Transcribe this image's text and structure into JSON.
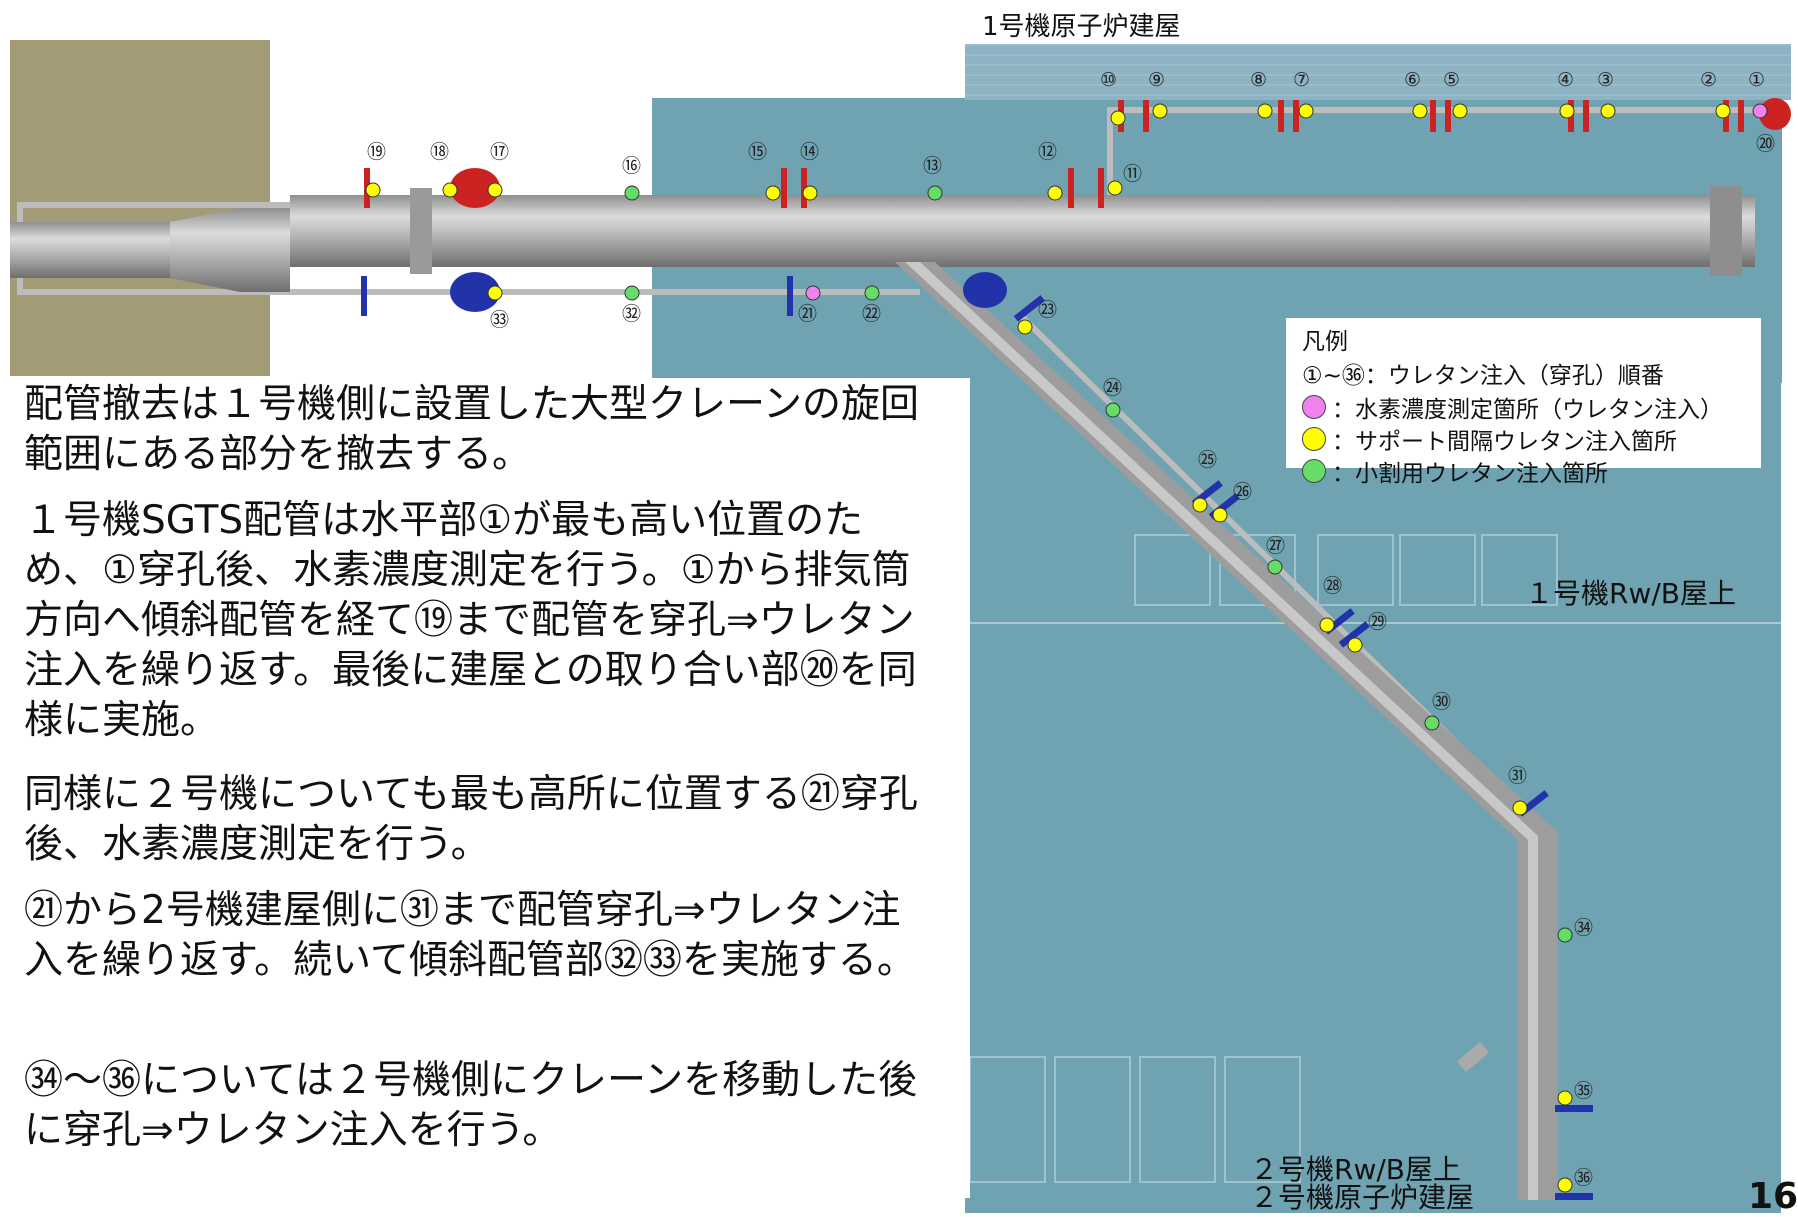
{
  "labels": {
    "unit1_reactor_building": "1号機原子炉建屋",
    "unit1_rwb_roof": "１号機Rw/B屋上",
    "unit2_rwb_roof": "２号機Rw/B屋上",
    "unit2_reactor_building": "２号機原子炉建屋",
    "page_number": "16"
  },
  "legend": {
    "title": "凡例",
    "order_line": "①~㊱：ウレタン注入（穿孔）順番",
    "items": [
      {
        "label": "：水素濃度測定箇所（ウレタン注入）",
        "color": "#ee82ee"
      },
      {
        "label": "：サポート間隔ウレタン注入箇所",
        "color": "#ffff00"
      },
      {
        "label": "：小割用ウレタン注入箇所",
        "color": "#66dd66"
      }
    ]
  },
  "description": [
    "配管撤去は１号機側に設置した大型クレーンの旋回範囲にある部分を撤去する。",
    "１号機SGTS配管は水平部①が最も高い位置のため、①穿孔後、水素濃度測定を行う。①から排気筒方向へ傾斜配管を経て⑲まで配管を穿孔⇒ウレタン注入を繰り返す。最後に建屋との取り合い部⑳を同様に実施。",
    "同様に２号機についても最も高所に位置する㉑穿孔後、水素濃度測定を行う。",
    "㉑から2号機建屋側に㉛まで配管穿孔⇒ウレタン注入を繰り返す。続いて傾斜配管部㉜㉝を実施する。",
    "㉞～㊱については２号機側にクレーンを移動した後に穿孔⇒ウレタン注入を行う。"
  ],
  "injection_points": [
    {
      "id": "①",
      "type": "hydrogen"
    },
    {
      "id": "②",
      "type": "support"
    },
    {
      "id": "③",
      "type": "support"
    },
    {
      "id": "④",
      "type": "support"
    },
    {
      "id": "⑤",
      "type": "support"
    },
    {
      "id": "⑥",
      "type": "support"
    },
    {
      "id": "⑦",
      "type": "support"
    },
    {
      "id": "⑧",
      "type": "support"
    },
    {
      "id": "⑨",
      "type": "support"
    },
    {
      "id": "⑩",
      "type": "support"
    },
    {
      "id": "⑪",
      "type": "support"
    },
    {
      "id": "⑫",
      "type": "support"
    },
    {
      "id": "⑬",
      "type": "small"
    },
    {
      "id": "⑭",
      "type": "support"
    },
    {
      "id": "⑮",
      "type": "support"
    },
    {
      "id": "⑯",
      "type": "small"
    },
    {
      "id": "⑰",
      "type": "support"
    },
    {
      "id": "⑱",
      "type": "support"
    },
    {
      "id": "⑲",
      "type": "support"
    },
    {
      "id": "⑳",
      "type": "support"
    },
    {
      "id": "㉑",
      "type": "hydrogen"
    },
    {
      "id": "㉒",
      "type": "small"
    },
    {
      "id": "㉓",
      "type": "support"
    },
    {
      "id": "㉔",
      "type": "small"
    },
    {
      "id": "㉕",
      "type": "support"
    },
    {
      "id": "㉖",
      "type": "support"
    },
    {
      "id": "㉗",
      "type": "small"
    },
    {
      "id": "㉘",
      "type": "support"
    },
    {
      "id": "㉙",
      "type": "support"
    },
    {
      "id": "㉚",
      "type": "small"
    },
    {
      "id": "㉛",
      "type": "support"
    },
    {
      "id": "㉜",
      "type": "small"
    },
    {
      "id": "㉝",
      "type": "support"
    },
    {
      "id": "㉞",
      "type": "small"
    },
    {
      "id": "㉟",
      "type": "support"
    },
    {
      "id": "㊱",
      "type": "support"
    }
  ],
  "colors": {
    "hydrogen": "#ee82ee",
    "support": "#ffff00",
    "small": "#66dd66",
    "roof": "#6fa3b1",
    "stack_base": "#a29b76",
    "pipe": "#a8a8a8",
    "valve_red": "#cc2222",
    "valve_blue": "#2233aa"
  }
}
